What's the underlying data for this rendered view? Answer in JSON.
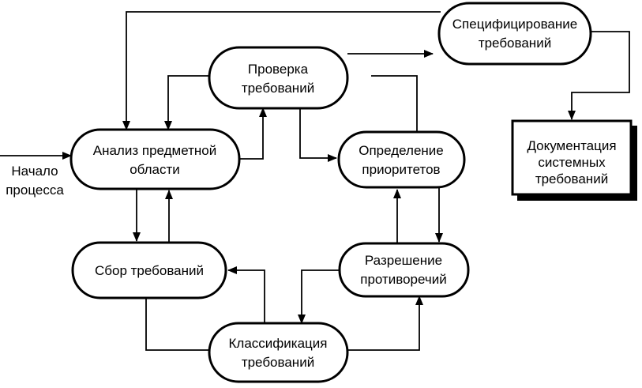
{
  "diagram": {
    "start": {
      "lines": [
        "Начало",
        "процесса"
      ]
    },
    "nodes": {
      "analysis": {
        "lines": [
          "Анализ предметной",
          "области"
        ]
      },
      "check": {
        "lines": [
          "Проверка",
          "требований"
        ]
      },
      "spec": {
        "lines": [
          "Специфицирование",
          "требований"
        ]
      },
      "priority": {
        "lines": [
          "Определение",
          "приоритетов"
        ]
      },
      "collect": {
        "lines": [
          "Сбор требований"
        ]
      },
      "resolve": {
        "lines": [
          "Разрешение",
          "противоречий"
        ]
      },
      "classify": {
        "lines": [
          "Классификация",
          "требований"
        ]
      }
    },
    "document": {
      "lines": [
        "Документация",
        "системных",
        "требований"
      ]
    }
  }
}
